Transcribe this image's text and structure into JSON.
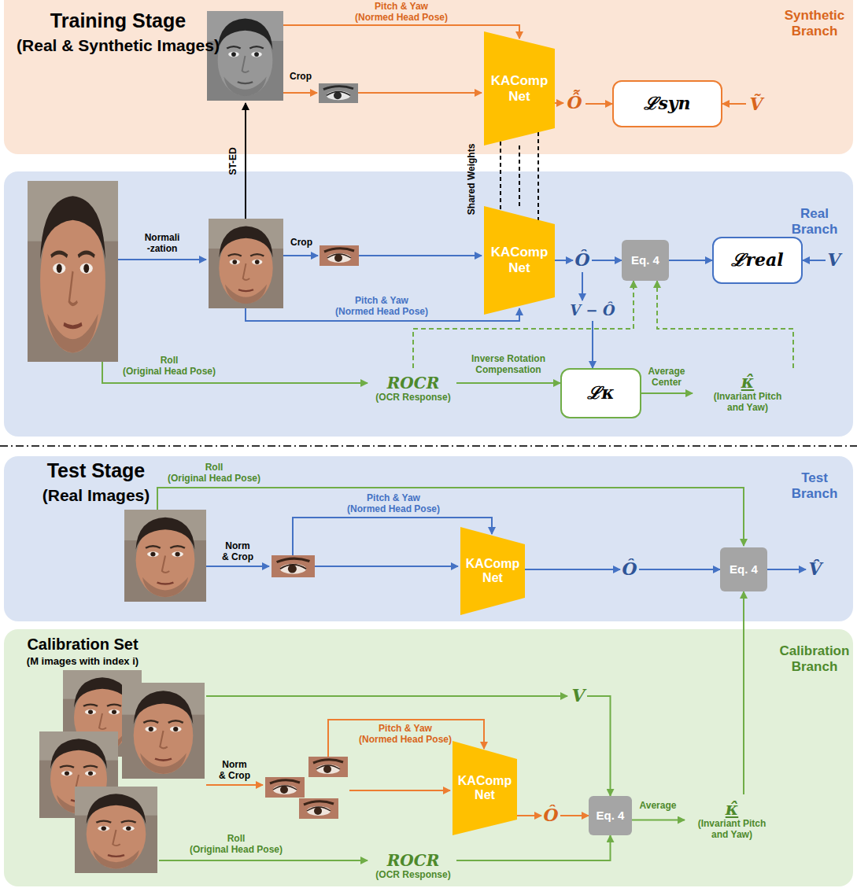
{
  "diagram": {
    "nodes": [
      {
        "text": [
          "Training Stage",
          "(Real & Synthetic Images)",
          "Synthetic Branch"
        ]
      },
      {
        "text": [
          "KAComp Net"
        ],
        "in": 0
      },
      {
        "text": [
          "Ỗ"
        ],
        "in": 0
      },
      {
        "text": [
          "ℒsyn"
        ],
        "in": 0
      },
      {
        "text": [
          "Ṽ"
        ],
        "in": 0
      },
      {
        "text": [
          "Real Branch"
        ]
      },
      {
        "text": [
          "KAComp Net"
        ],
        "in": 5
      },
      {
        "text": [
          "Ô"
        ],
        "in": 5
      },
      {
        "text": [
          "Eq. 4"
        ],
        "in": 5
      },
      {
        "text": [
          "ℒreal"
        ],
        "in": 5
      },
      {
        "text": [
          "V"
        ],
        "in": 5
      },
      {
        "text": [
          "V − Ô"
        ],
        "in": 5
      },
      {
        "text": [
          "ROCR",
          "(OCR Response)"
        ],
        "in": 5
      },
      {
        "text": [
          "ℒκ"
        ],
        "in": 5
      },
      {
        "text": [
          "κ̂",
          "(Invariant Pitch and Yaw)"
        ],
        "in": 5
      },
      {
        "text": [
          "Test Stage",
          "(Real Images)",
          "Test Branch"
        ]
      },
      {
        "text": [
          "KAComp Net"
        ],
        "in": 15
      },
      {
        "text": [
          "Ô"
        ],
        "in": 15
      },
      {
        "text": [
          "Eq. 4"
        ],
        "in": 15
      },
      {
        "text": [
          "V̂"
        ],
        "in": 15
      },
      {
        "text": [
          "Calibration Set",
          "(M images with index i)",
          "Calibration Branch"
        ]
      },
      {
        "text": [
          "V"
        ],
        "in": 20
      },
      {
        "text": [
          "KAComp Net"
        ],
        "in": 20
      },
      {
        "text": [
          "Ô"
        ],
        "in": 20
      },
      {
        "text": [
          "Eq. 4"
        ],
        "in": 20
      },
      {
        "text": [
          "κ̂",
          "(Invariant Pitch and Yaw)"
        ],
        "in": 20
      },
      {
        "text": [
          "ROCR",
          "(OCR Response)"
        ],
        "in": 20
      }
    ],
    "edges": [
      {
        "from": 1,
        "to": 2,
        "arrow": "to"
      },
      {
        "from": 2,
        "to": 3,
        "arrow": "to"
      },
      {
        "from": 4,
        "to": 3,
        "arrow": "to"
      },
      {
        "from": 1,
        "to": 6,
        "arrow": "none"
      },
      {
        "from": 6,
        "to": 7,
        "arrow": "to"
      },
      {
        "from": 7,
        "to": 8,
        "arrow": "to"
      },
      {
        "from": 8,
        "to": 9,
        "arrow": "to"
      },
      {
        "from": 10,
        "to": 9,
        "arrow": "to"
      },
      {
        "from": 7,
        "to": 11,
        "arrow": "to"
      },
      {
        "from": 11,
        "to": 13,
        "arrow": "to"
      },
      {
        "from": 12,
        "to": 13,
        "label": "Inverse Rotation Compensation",
        "arrow": "to"
      },
      {
        "from": 13,
        "to": 14,
        "label": "Average Center",
        "arrow": "to"
      },
      {
        "from": 12,
        "to": 8,
        "arrow": "to"
      },
      {
        "from": 14,
        "to": 8,
        "arrow": "to"
      },
      {
        "from": 16,
        "to": 17,
        "arrow": "to"
      },
      {
        "from": 17,
        "to": 18,
        "arrow": "to"
      },
      {
        "from": 18,
        "to": 19,
        "arrow": "to"
      },
      {
        "from": 25,
        "to": 18,
        "arrow": "to"
      },
      {
        "from": 21,
        "to": 24,
        "arrow": "to"
      },
      {
        "from": 22,
        "to": 23,
        "arrow": "to"
      },
      {
        "from": 23,
        "to": 24,
        "arrow": "to"
      },
      {
        "from": 26,
        "to": 24,
        "arrow": "to"
      },
      {
        "from": 24,
        "to": 25,
        "label": "Average",
        "arrow": "to"
      }
    ],
    "labels": [
      "Pitch & Yaw (Normed Head Pose)",
      "Crop",
      "ST-ED",
      "Shared Weights",
      "Normali -zation",
      "Crop",
      "Pitch & Yaw (Normed Head Pose)",
      "Roll (Original Head Pose)",
      "Roll (Original Head Pose)",
      "Pitch & Yaw (Normed Head Pose)",
      "Norm & Crop",
      "Norm & Crop",
      "Pitch & Yaw (Normed Head Pose)",
      "Roll (Original Head Pose)"
    ]
  }
}
